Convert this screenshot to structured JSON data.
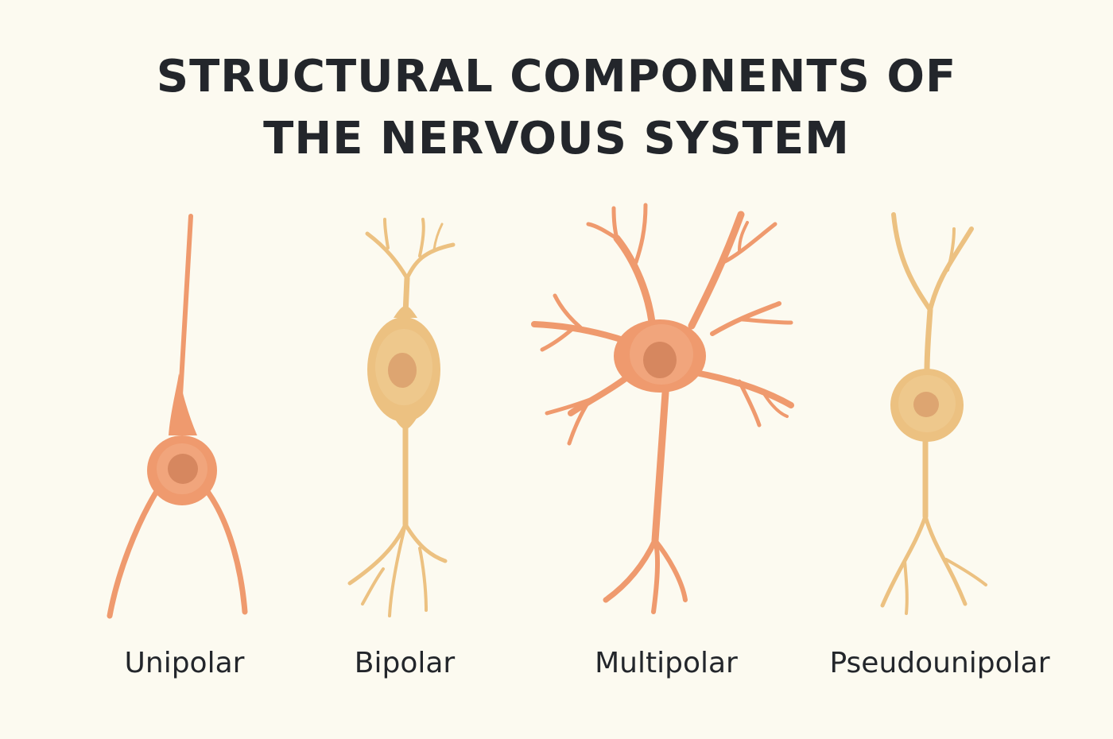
{
  "title": {
    "line1": "STRUCTURAL COMPONENTS OF",
    "line2": "THE NERVOUS SYSTEM"
  },
  "neurons": [
    {
      "id": "unipolar",
      "label": "Unipolar",
      "color": "#ef9a6e"
    },
    {
      "id": "bipolar",
      "label": "Bipolar",
      "color": "#ecc181"
    },
    {
      "id": "multipolar",
      "label": "Multipolar",
      "color": "#ef9a6e"
    },
    {
      "id": "pseudounipolar",
      "label": "Pseudounipolar",
      "color": "#ecc181"
    }
  ],
  "colors": {
    "background": "#fcfaf0",
    "warm_cell": "#ef9a6e",
    "warm_nucleus": "#d98a62",
    "light_cell": "#ecc181",
    "light_nucleus": "#dda774"
  }
}
